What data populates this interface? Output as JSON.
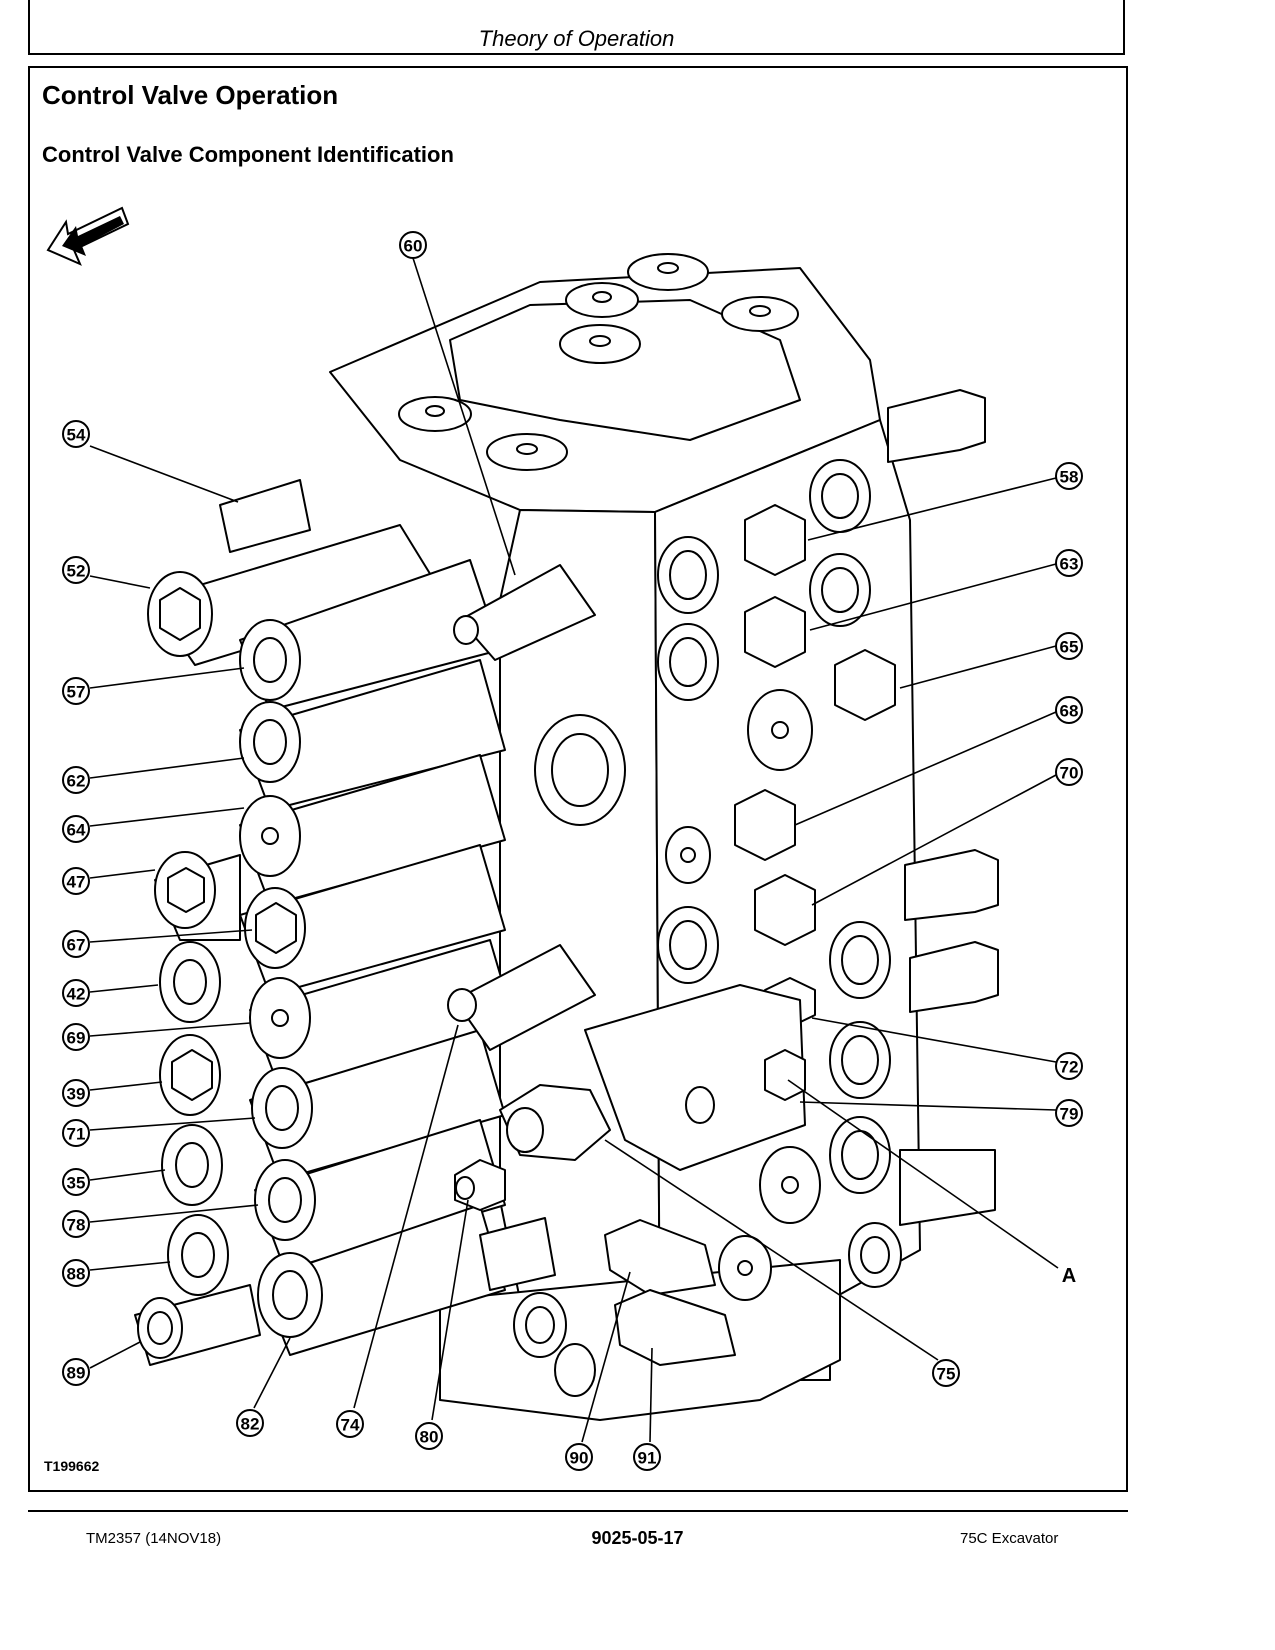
{
  "header": {
    "title": "Theory of Operation"
  },
  "section": {
    "title": "Control Valve Operation",
    "subtitle": "Control Valve Component Identification"
  },
  "figure": {
    "id": "T199662",
    "callouts": [
      "60",
      "54",
      "52",
      "57",
      "62",
      "64",
      "47",
      "67",
      "42",
      "69",
      "39",
      "71",
      "35",
      "78",
      "88",
      "89",
      "82",
      "74",
      "80",
      "90",
      "91",
      "75",
      "58",
      "63",
      "65",
      "68",
      "70",
      "72",
      "79"
    ],
    "label_a": "A"
  },
  "footer": {
    "left": "TM2357 (14NOV18)",
    "center": "9025-05-17",
    "right": "75C Excavator"
  }
}
